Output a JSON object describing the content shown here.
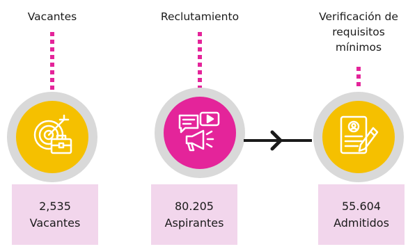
{
  "colors": {
    "gold": "#f5c000",
    "magenta": "#e4249a",
    "ring": "#d9d9d9",
    "box": "#f2d6ec",
    "dots": "#e4249a"
  },
  "stages": [
    {
      "title": "Vacantes",
      "value": "2,535",
      "unit": "Vacantes",
      "icon": "target-briefcase-icon"
    },
    {
      "title": "Reclutamiento",
      "value": "80.205",
      "unit": "Aspirantes",
      "icon": "megaphone-chat-icon"
    },
    {
      "title_lines": [
        "Verificación de",
        "requisitos",
        "mínimos"
      ],
      "value": "55.604",
      "unit": "Admitidos",
      "icon": "document-pen-icon"
    }
  ]
}
